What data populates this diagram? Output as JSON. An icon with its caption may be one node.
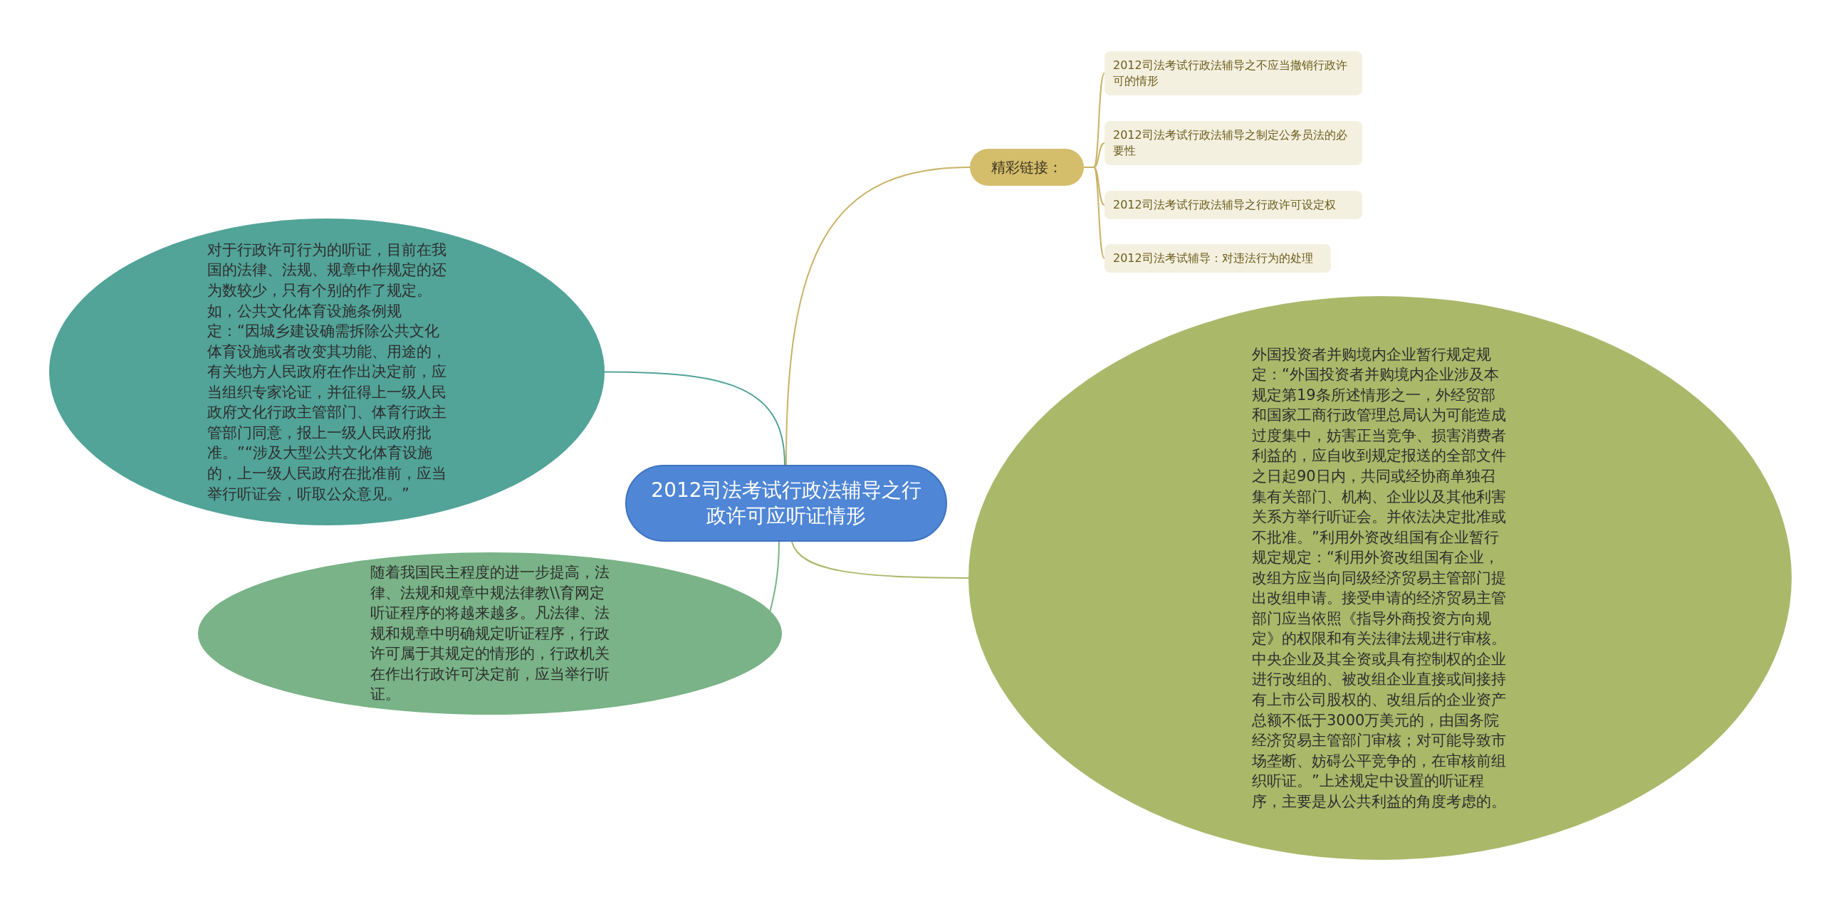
{
  "diagram": {
    "nodes": [
      {
        "text": [
          "2012司法考试行政法辅导之行政许可应听证情形"
        ]
      },
      {
        "text": [
          "精彩链接："
        ]
      },
      {
        "text": [
          "2012司法考试行政法辅导之不应当撤销行政许可的情形"
        ]
      },
      {
        "text": [
          "2012司法考试行政法辅导之制定公务员法的必要性"
        ]
      },
      {
        "text": [
          "2012司法考试行政法辅导之行政许可设定权"
        ]
      },
      {
        "text": [
          "2012司法考试辅导：对违法行为的处理"
        ]
      },
      {
        "text": [
          "对于行政许可行为的听证，目前在我国的法律、法规、规章中作规定的还为数较少，只有个别的作了规定。如，公共文化体育设施条例规定：“因城乡建设确需拆除公共文化体育设施或者改变其功能、用途的，有关地方人民政府在作出决定前，应当组织专家论证，并征得上一级人民政府文化行政主管部门、体育行政主管部门同意，报上一级人民政府批准。”“涉及大型公共文化体育设施的，上一级人民政府在批准前，应当举行听证会，听取公众意见。”"
        ]
      },
      {
        "text": [
          "随着我国民主程度的进一步提高，法律、法规和规章中规法律教\\\\育网定听证程序的将越来越多。凡法律、法规和规章中明确规定听证程序，行政许可属于其规定的情形的，行政机关在作出行政许可决定前，应当举行听证。"
        ]
      },
      {
        "text": [
          "外国投资者并购境内企业暂行规定规定：“外国投资者并购境内企业涉及本规定第19条所述情形之一，外经贸部和国家工商行政管理总局认为可能造成过度集中，妨害正当竞争、损害消费者利益的，应自收到规定报送的全部文件之日起90日内，共同或经协商单独召集有关部门、机构、企业以及其他利害关系方举行听证会。并依法决定批准或不批准。”利用外资改组国有企业暂行规定规定：“利用外资改组国有企业，改组方应当向同级经济贸易主管部门提出改组申请。接受申请的经济贸易主管部门应当依照《指导外商投资方向规定》的权限和有关法律法规进行审核。中央企业及其全资或具有控制权的企业进行改组的、被改组企业直接或间接持有上市公司股权的、改组后的企业资产总额不低于3000万美元的，由国务院经济贸易主管部门审核；对可能导致市场垄断、妨碍公平竞争的，在审核前组织听证。”上述规定中设置的听证程序，主要是从公共利益的角度考虑的。"
        ]
      }
    ],
    "edges": [
      {
        "from": 0,
        "to": 1,
        "arrow": "none"
      },
      {
        "from": 1,
        "to": 2,
        "arrow": "none"
      },
      {
        "from": 1,
        "to": 3,
        "arrow": "none"
      },
      {
        "from": 1,
        "to": 4,
        "arrow": "none"
      },
      {
        "from": 1,
        "to": 5,
        "arrow": "none"
      },
      {
        "from": 0,
        "to": 6,
        "arrow": "none",
        "color": "#52a398"
      },
      {
        "from": 0,
        "to": 7,
        "arrow": "none",
        "color": "#79b387"
      },
      {
        "from": 0,
        "to": 8,
        "arrow": "none",
        "color": "#aab86a"
      }
    ]
  }
}
